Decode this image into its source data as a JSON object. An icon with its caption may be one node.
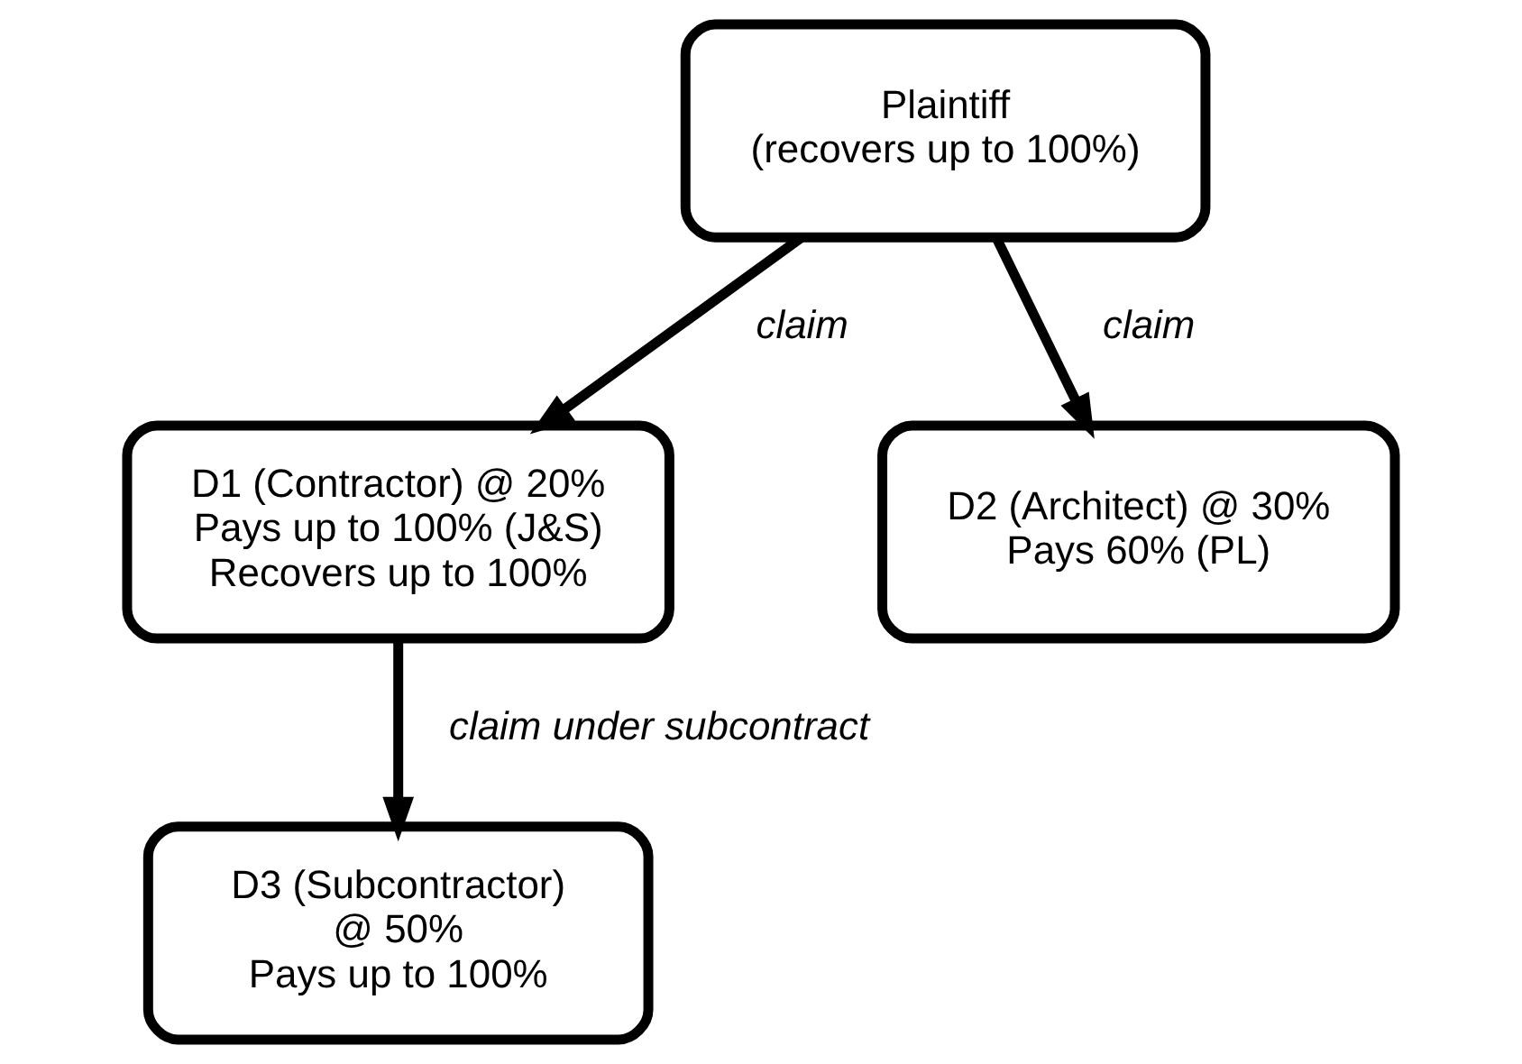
{
  "diagram": {
    "nodes": [
      {
        "text": [
          "Plaintiff",
          "(recovers up to 100%)"
        ]
      },
      {
        "text": [
          "D1 (Contractor) @ 20%",
          "Pays up to 100% (J&S)",
          "Recovers up to 100%"
        ]
      },
      {
        "text": [
          "D2 (Architect) @ 30%",
          "Pays 60% (PL)"
        ]
      },
      {
        "text": [
          "D3 (Subcontractor)",
          "@ 50%",
          "Pays up to 100%"
        ]
      }
    ],
    "edges": [
      {
        "from": 0,
        "to": 1,
        "arrow": "to",
        "label": "claim"
      },
      {
        "from": 0,
        "to": 2,
        "arrow": "to",
        "label": "claim"
      },
      {
        "from": 1,
        "to": 3,
        "arrow": "to",
        "label": "claim under subcontract"
      }
    ]
  }
}
